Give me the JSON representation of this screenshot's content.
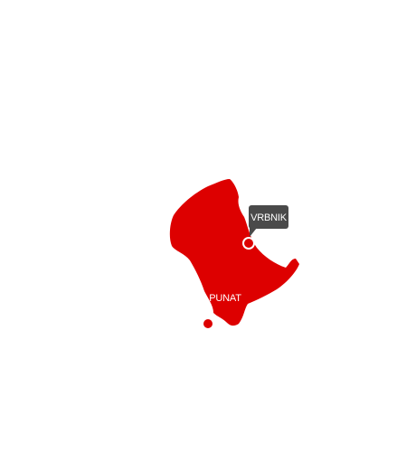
{
  "map": {
    "region_color": "#dd0000",
    "background_color": "#ffffff",
    "places": [
      {
        "id": "vrbnik",
        "name": "VRBNIK",
        "label_style": "dark-tooltip",
        "label_bg": "#4a4a4a",
        "label_color": "#ffffff",
        "marker": "ring"
      },
      {
        "id": "punat",
        "name": "PUNAT",
        "label_style": "plain-on-region",
        "label_color": "#ffffff",
        "marker": "dot"
      }
    ]
  }
}
